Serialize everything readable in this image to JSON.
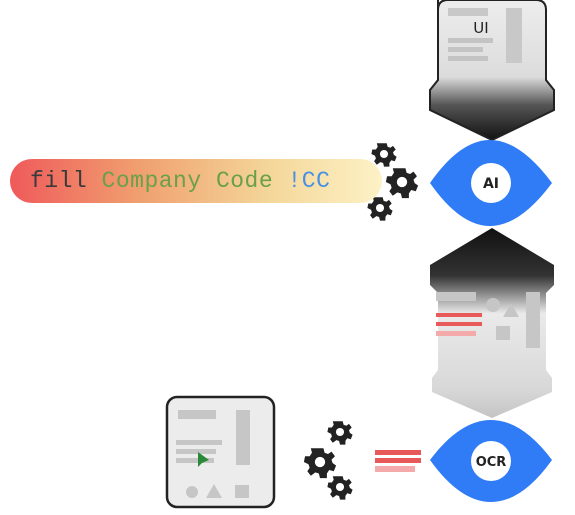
{
  "command": {
    "verb": "fill",
    "argument": "Company Code",
    "code": "!CC"
  },
  "nodes": {
    "ui_label": "UI",
    "ai_label": "AI",
    "ocr_label": "OCR"
  },
  "colors": {
    "eye_blue": "#2f7cf6",
    "gear": "#222222",
    "doc_grey": "#cccccc",
    "highlight_red": "#e85a5a",
    "cursor_green": "#2a8a3a"
  },
  "icons": [
    "gear-icon",
    "eye-icon",
    "document-icon",
    "cursor-icon"
  ]
}
